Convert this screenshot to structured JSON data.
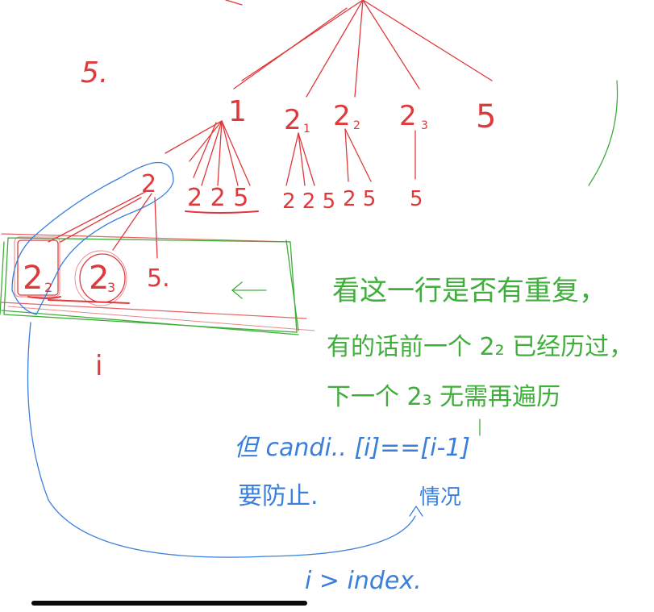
{
  "tree": {
    "left_label": "5.",
    "level1": [
      "1",
      "2",
      "2",
      "2",
      "5"
    ],
    "level1_subscripts": [
      "",
      "1",
      "2",
      "3",
      ""
    ],
    "level2": {
      "under_1": "2 2 5",
      "under_2_1": "2 2 5",
      "under_2_2": "2 5",
      "under_2_3": "5"
    },
    "level3_node": "2",
    "row": [
      "2",
      "2",
      "5."
    ],
    "row_subscripts": [
      "2",
      "3",
      ""
    ],
    "arrow": "←",
    "index_mark": "i"
  },
  "green_notes": [
    "看这一行是否有重复，",
    "有的话前一个 2₂ 已经历过，",
    "下一个 2₃ 无需再遍历"
  ],
  "blue_notes": {
    "condition": "但 candi.. [i]==[i-1]",
    "prevent": "要防止.",
    "situation": "情况",
    "index_cond": "i > index."
  },
  "colors": {
    "red": "#e0393b",
    "green": "#3fae3a",
    "blue": "#3a7fdc"
  }
}
